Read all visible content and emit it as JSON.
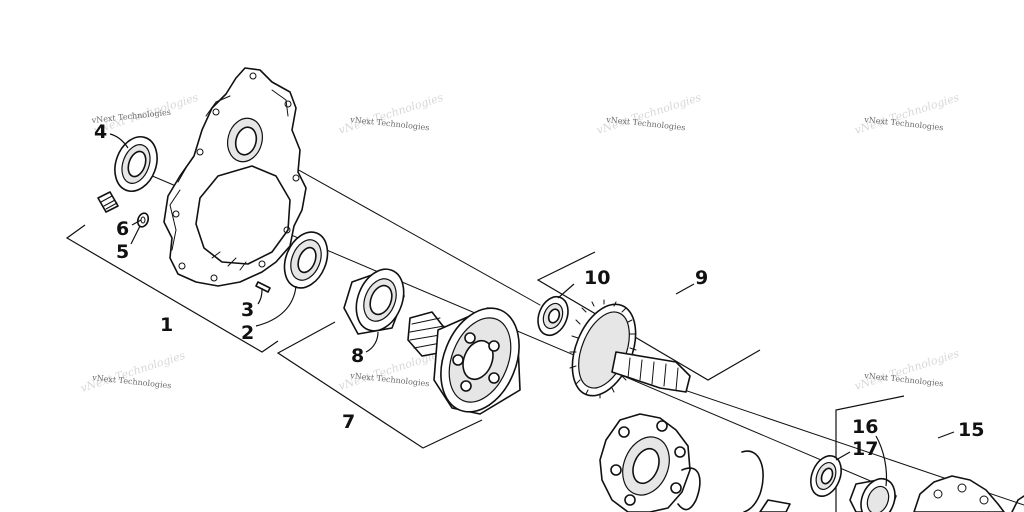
{
  "watermark": "vNext Technologies",
  "callouts": {
    "c1": "1",
    "c2": "2",
    "c3": "3",
    "c4": "4",
    "c5": "5",
    "c6": "6",
    "c7": "7",
    "c8": "8",
    "c9": "9",
    "c10": "10",
    "c15": "15",
    "c16": "16",
    "c17": "17"
  }
}
